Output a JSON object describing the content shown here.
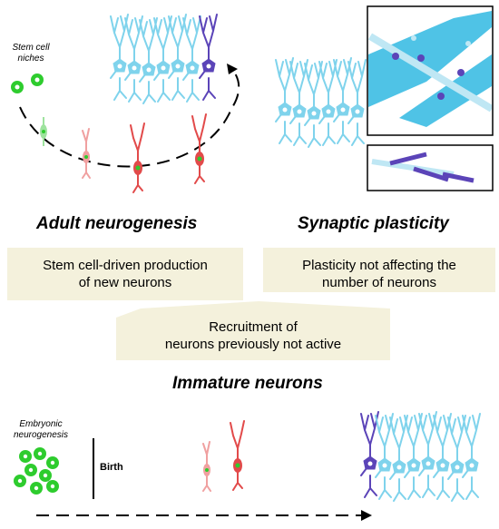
{
  "labels": {
    "stem_cell_niches": [
      "Stem cell",
      "niches"
    ],
    "embryonic_neurogenesis": [
      "Embryonic",
      "neurogenesis"
    ],
    "birth": "Birth"
  },
  "headings": {
    "adult_neurogenesis": "Adult neurogenesis",
    "synaptic_plasticity": "Synaptic plasticity",
    "immature_neurons": "Immature neurons"
  },
  "boxes": {
    "left": [
      "Stem cell-driven production",
      "of new neurons"
    ],
    "right": [
      "Plasticity not affecting the",
      "number of neurons"
    ],
    "center": [
      "Recruitment of",
      "neurons previously not active"
    ]
  },
  "colors": {
    "light_blue": "#7fd3ec",
    "purple": "#5b44b8",
    "green": "#2ecc2e",
    "red": "#e24a4a",
    "pink": "#f0a0a0",
    "box_fill": "#f4f1dc"
  }
}
